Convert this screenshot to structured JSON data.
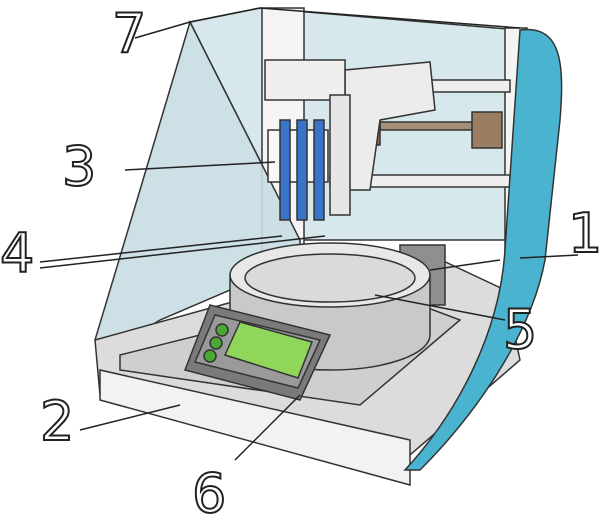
{
  "diagram": {
    "subject": "bioprinter",
    "labels": {
      "l1": "1",
      "l2": "2",
      "l3": "3",
      "l4": "4",
      "l5": "5",
      "l6": "6",
      "l7": "7"
    },
    "colors": {
      "glass": "#cfe3e8",
      "side_panel": "#4ab3cf",
      "screen": "#8fd65a",
      "frame": "#f2f2f2",
      "dark": "#555555"
    }
  }
}
